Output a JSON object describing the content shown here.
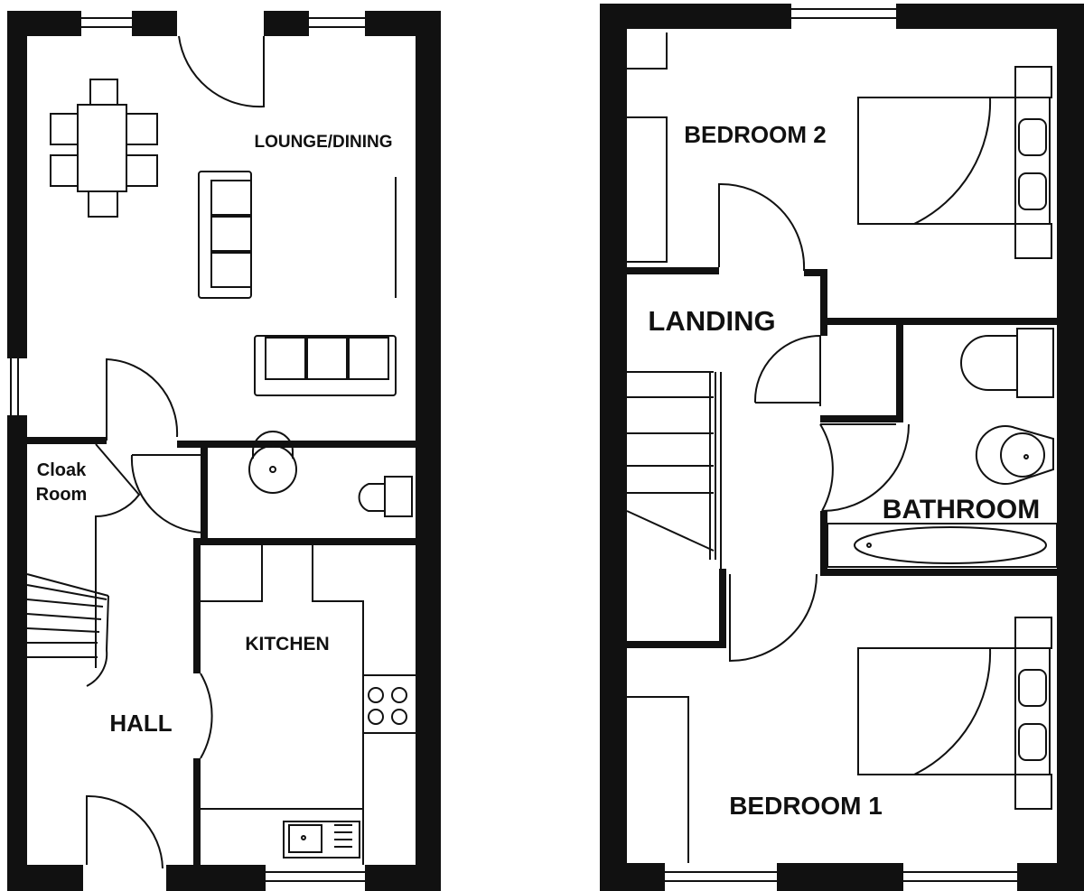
{
  "ground_floor": {
    "rooms": {
      "lounge_dining": "LOUNGE/DINING",
      "cloak_room_line1": "Cloak",
      "cloak_room_line2": "Room",
      "kitchen": "KITCHEN",
      "hall": "HALL"
    }
  },
  "first_floor": {
    "rooms": {
      "bedroom_2": "BEDROOM 2",
      "landing": "LANDING",
      "bathroom": "BATHROOM",
      "bedroom_1": "BEDROOM 1"
    }
  },
  "colors": {
    "wall": "#111111",
    "line": "#111111",
    "background": "#ffffff"
  }
}
